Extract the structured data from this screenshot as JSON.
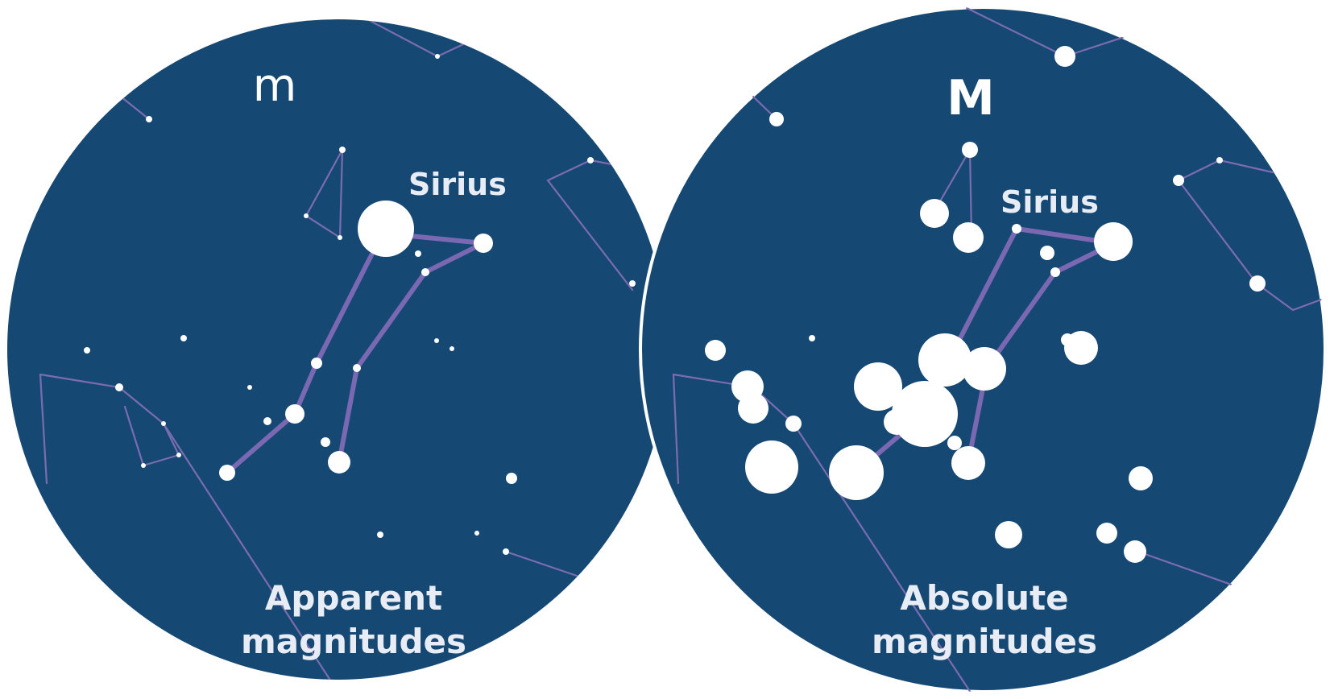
{
  "panels": [
    {
      "symbol": "m",
      "star_label": "Sirius",
      "caption": [
        "Apparent",
        "magnitudes"
      ]
    },
    {
      "symbol": "M",
      "star_label": "Sirius",
      "caption": [
        "Absolute",
        "magnitudes"
      ]
    }
  ],
  "colors": {
    "sky": "#154873",
    "constellation_line": "#7a68b2",
    "star": "#ffffff",
    "background": "#ffffff"
  }
}
